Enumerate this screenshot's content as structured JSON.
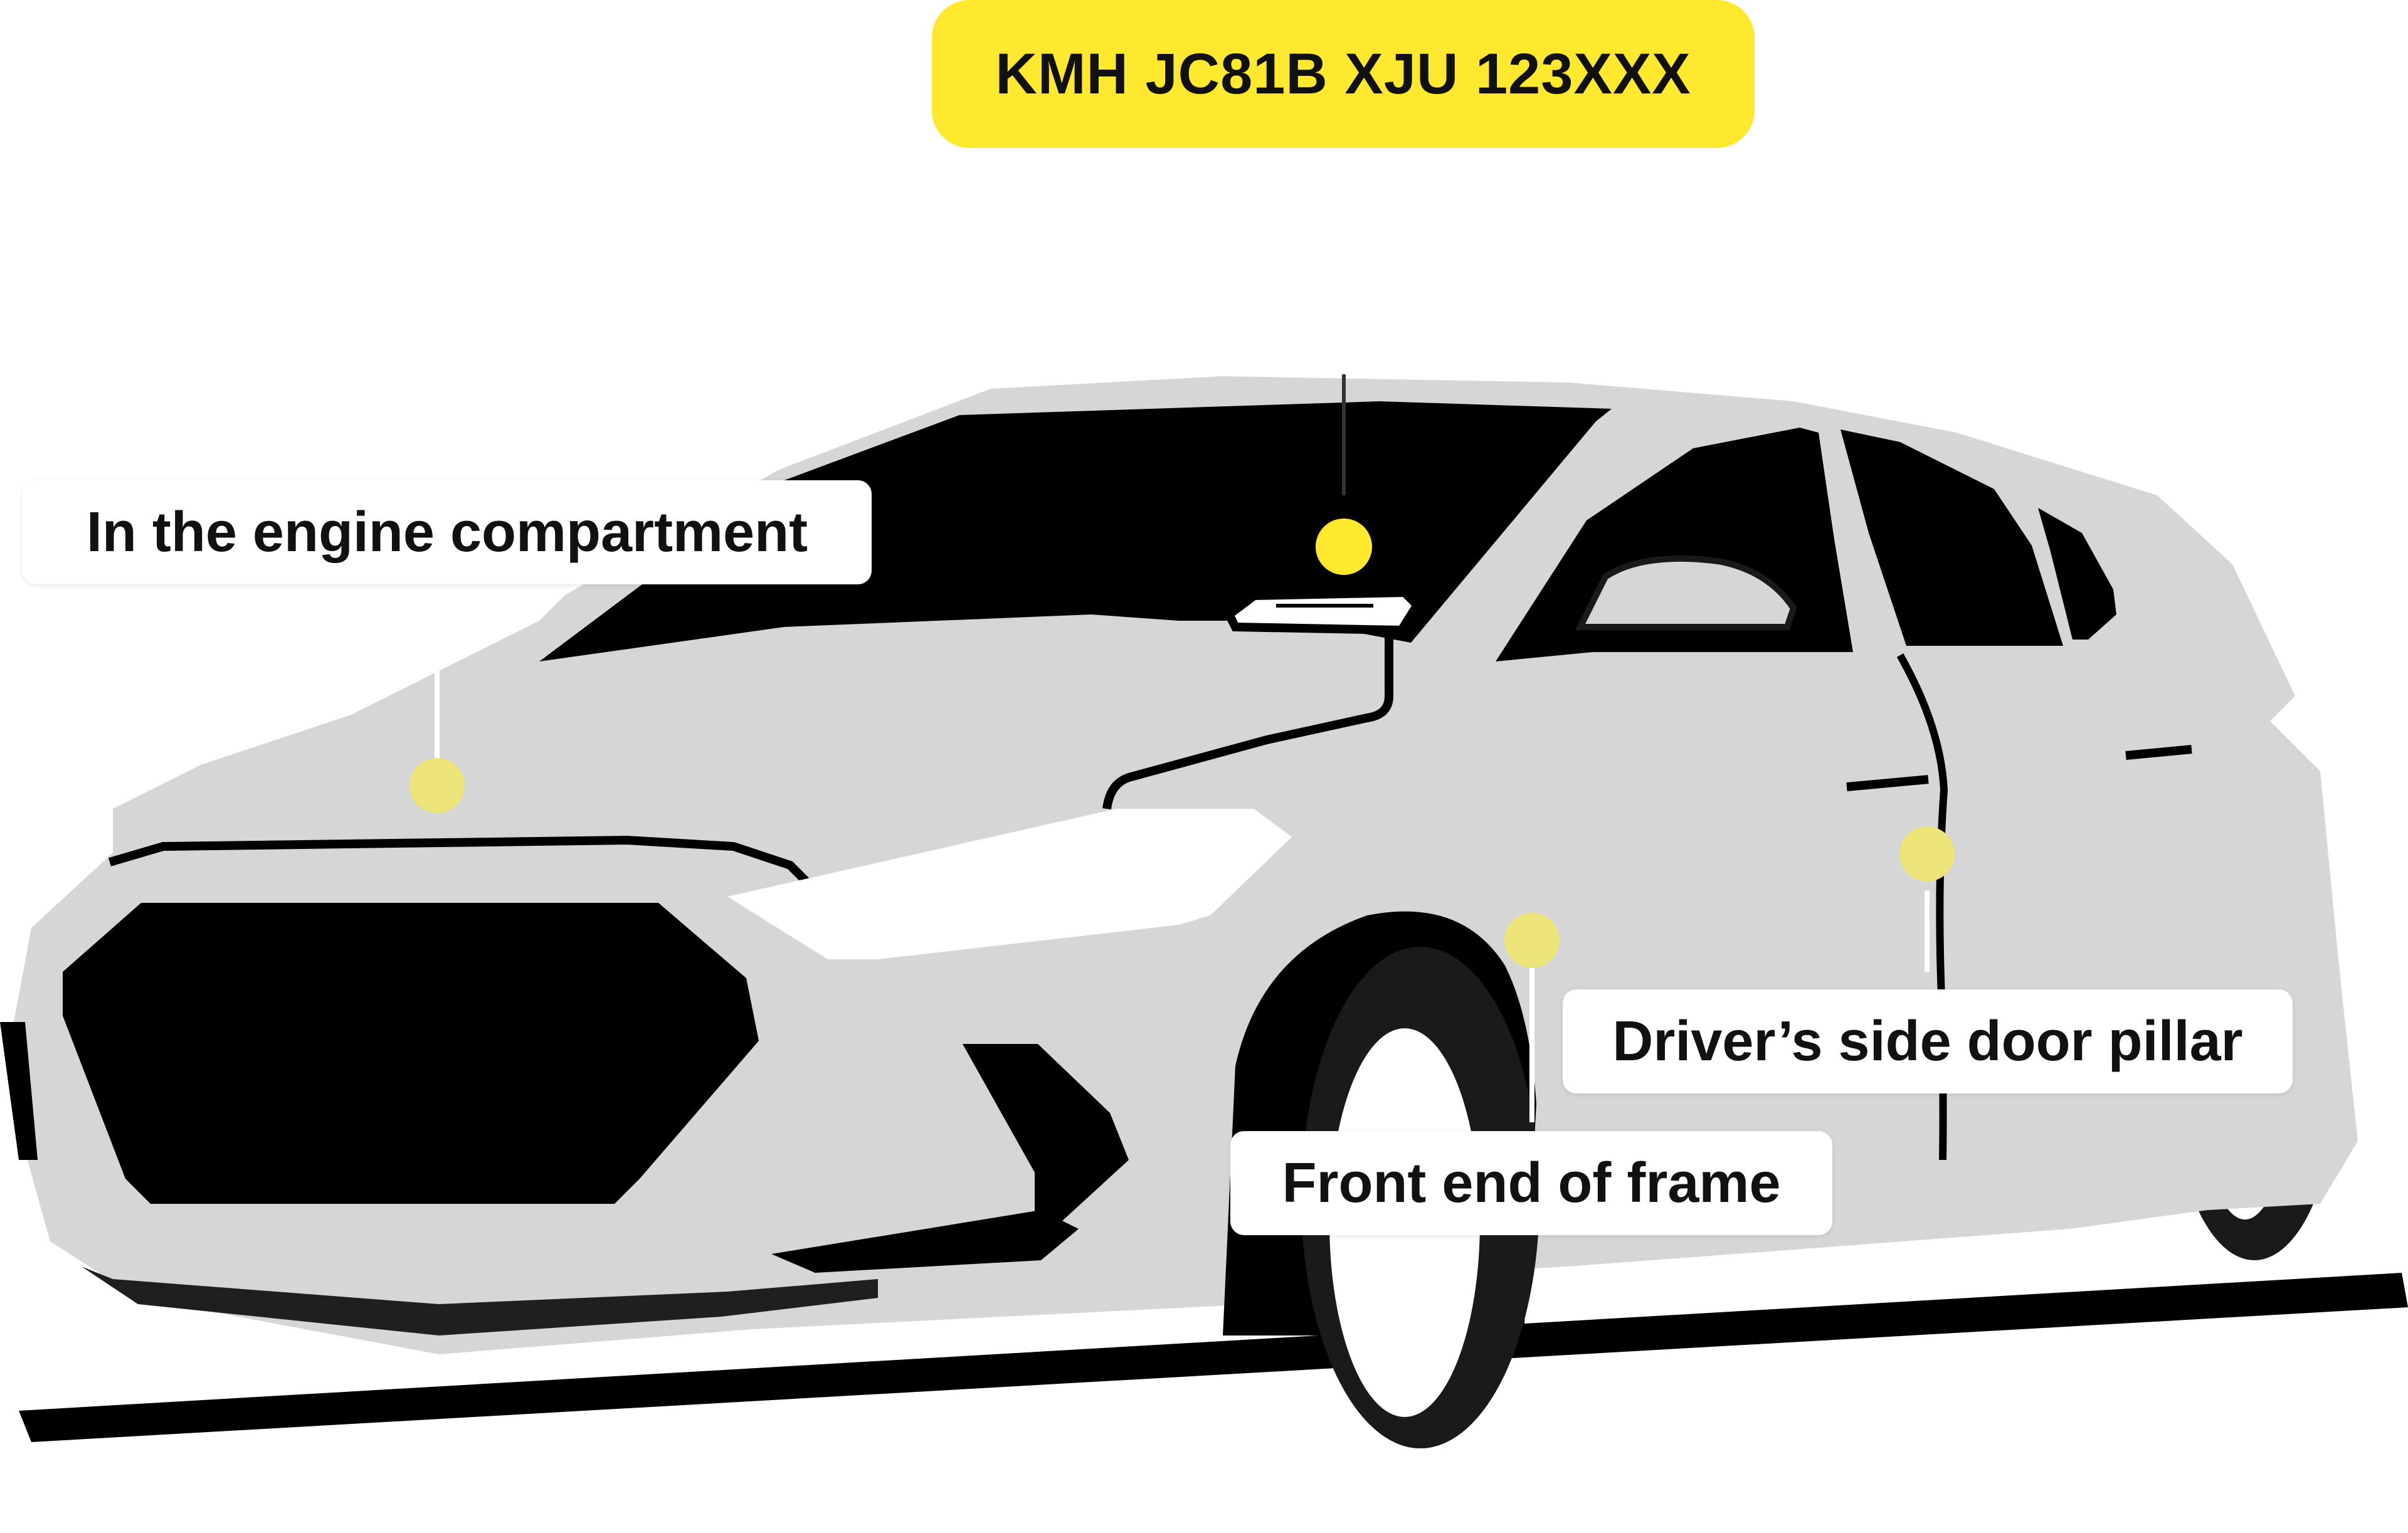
{
  "vin": {
    "value": "KMH JC81B XJU 123XXX",
    "highlight_color": "#FFE92E"
  },
  "locations": {
    "engine_compartment": "In the engine compartment",
    "driver_door_pillar": "Driver’s side door pillar",
    "front_frame": "Front end of frame"
  },
  "colors": {
    "car_body": "#D6D6D6",
    "glass_and_tires": "#000000",
    "marker": "#FFE92E",
    "marker_faded": "#EDE47A"
  },
  "icons": [
    "sedan-car-illustration",
    "location-marker-dot"
  ]
}
